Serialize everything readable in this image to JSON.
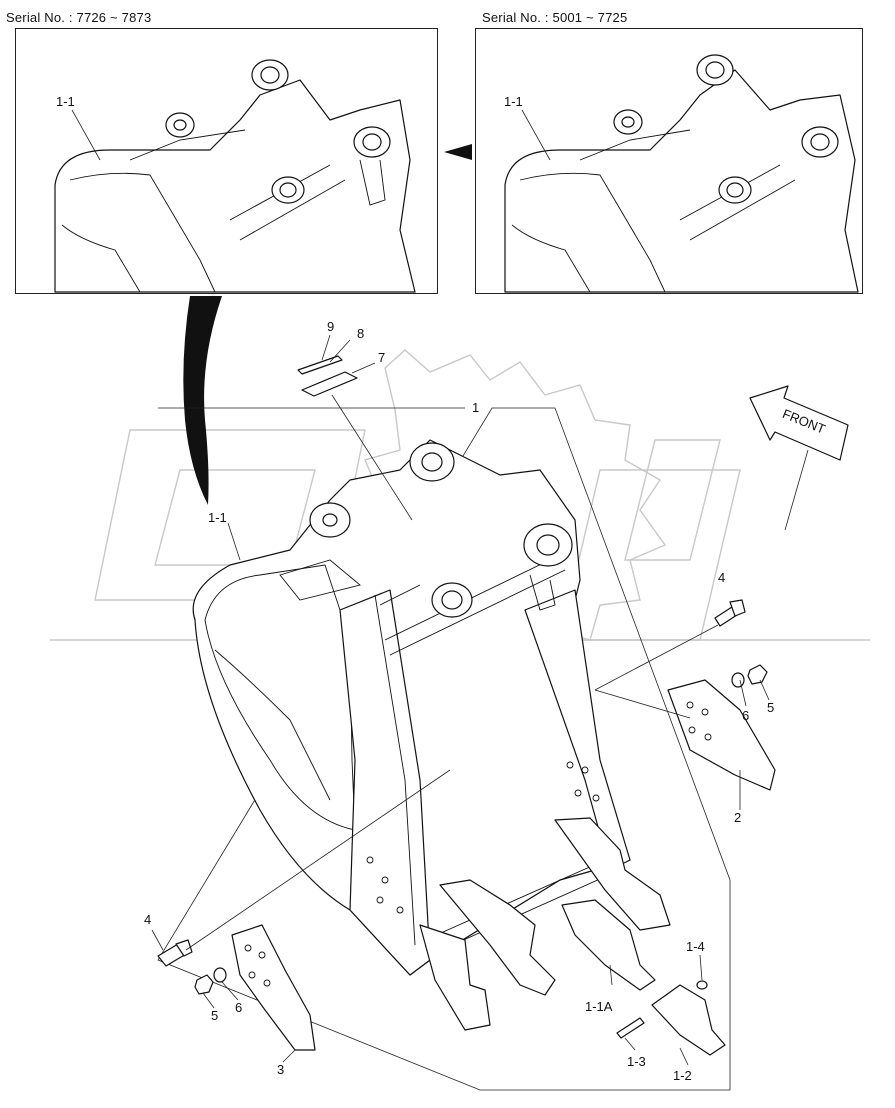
{
  "insets": [
    {
      "serial_label": "Serial No. : 7726 ~ 7873",
      "callout": "1-1"
    },
    {
      "serial_label": "Serial No. : 5001 ~ 7725",
      "callout": "1-1"
    }
  ],
  "front_label": "FRONT",
  "callouts": {
    "c1": "1",
    "c1_1": "1-1",
    "c1_1A": "1-1A",
    "c1_2": "1-2",
    "c1_3": "1-3",
    "c1_4": "1-4",
    "c2": "2",
    "c3": "3",
    "c4a": "4",
    "c4b": "4",
    "c5a": "5",
    "c5b": "5",
    "c6a": "6",
    "c6b": "6",
    "c7": "7",
    "c8": "8",
    "c9": "9"
  }
}
